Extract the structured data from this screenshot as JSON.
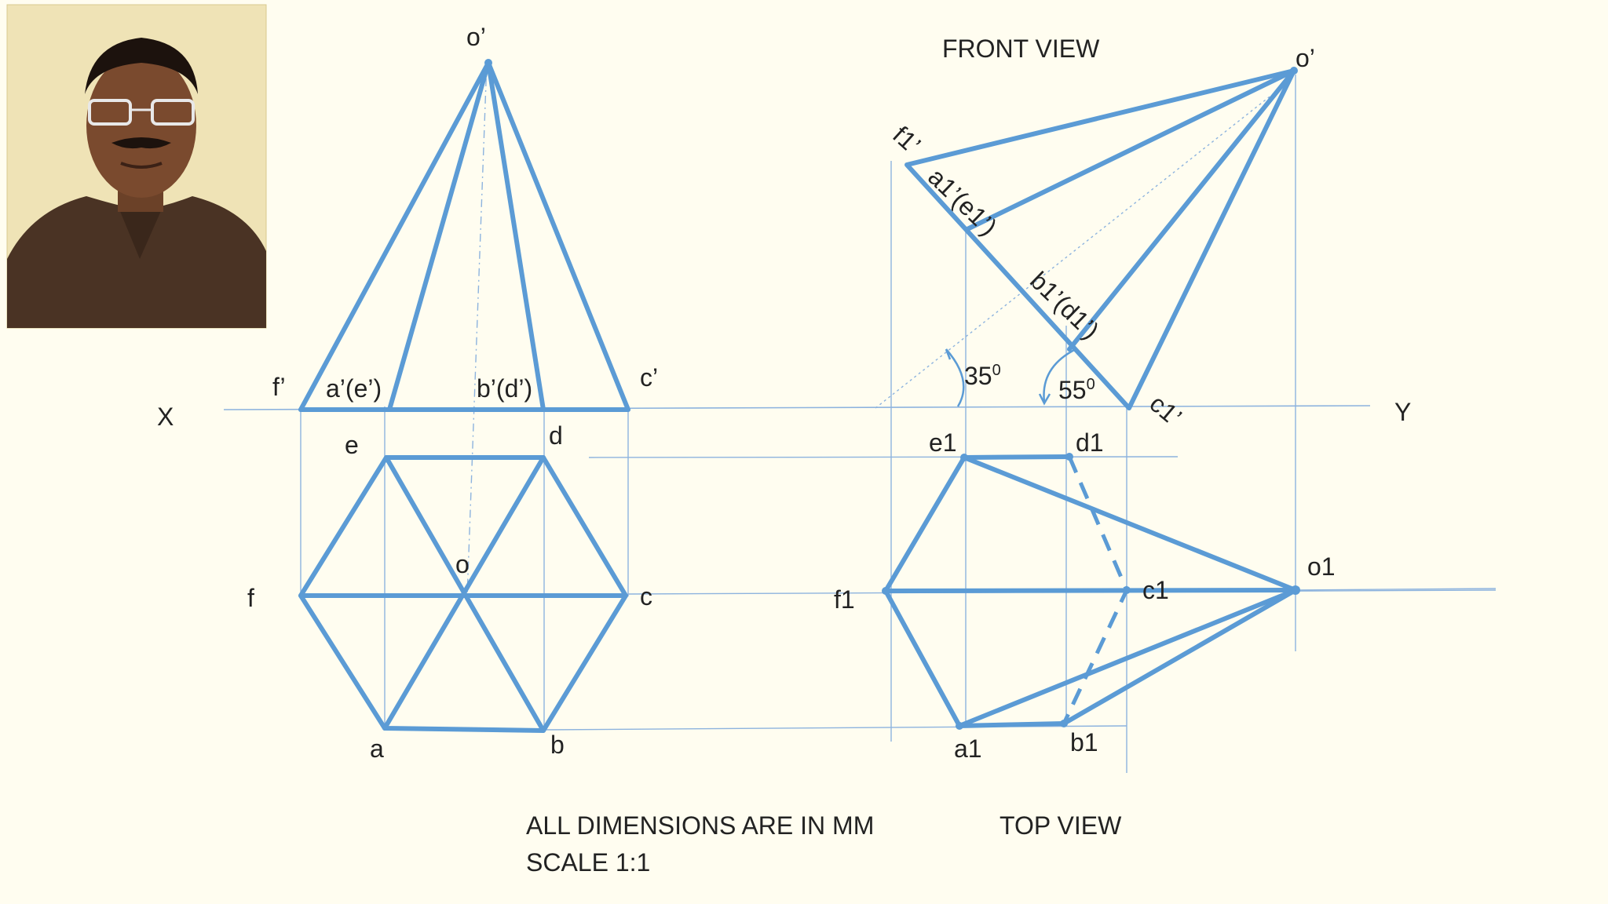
{
  "labels": {
    "front_view_title": "FRONT VIEW",
    "top_view_title": "TOP VIEW",
    "dimensions_note": "ALL DIMENSIONS ARE IN MM",
    "scale_note": "SCALE 1:1",
    "x_axis": "X",
    "y_axis": "Y",
    "left_front": {
      "apex": "o’",
      "f": "f’",
      "a_e": "a’(e’)",
      "b_d": "b’(d’)",
      "c": "c’"
    },
    "left_top": {
      "e": "e",
      "d": "d",
      "f": "f",
      "o": "o",
      "c": "c",
      "a": "a",
      "b": "b"
    },
    "right_front": {
      "apex": "o’",
      "f1": "f1’",
      "a1_e1": "a1’(e1’)",
      "b1_d1": "b1’(d1’)",
      "c1": "c1’",
      "angle_35": "35",
      "angle_55": "55",
      "degree_mark": "0"
    },
    "right_top": {
      "e1": "e1",
      "d1": "d1",
      "f1": "f1",
      "c1": "c1",
      "o1": "o1",
      "a1": "a1",
      "b1": "b1"
    }
  },
  "colors": {
    "line": "#5b9bd5",
    "thin": "#8db3de",
    "background": "#fffdf0"
  }
}
